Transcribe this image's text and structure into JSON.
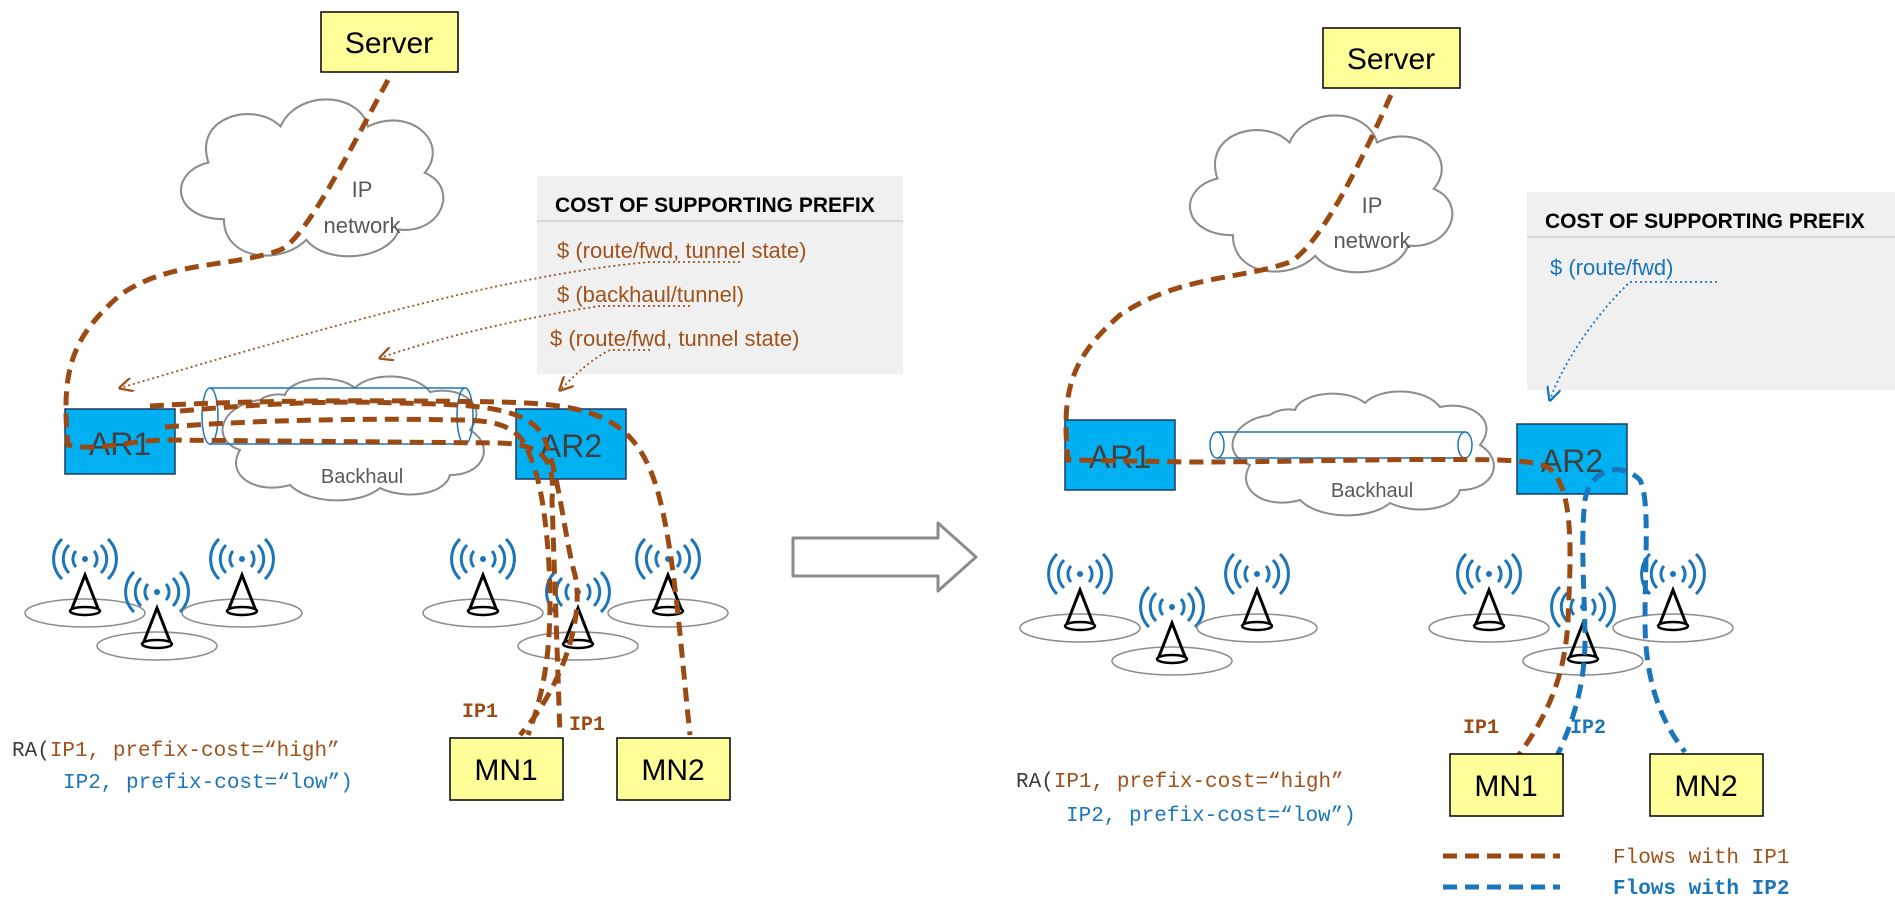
{
  "colors": {
    "ip1": "#9b4a14",
    "ip2": "#1b75bb",
    "node_fill": "#ffff99",
    "router_fill": "#00b0f0",
    "cost_panel": "#f0f0f0",
    "cloud_stroke": "#8c8c8c",
    "ra_black": "#3a3a3a"
  },
  "left": {
    "server": "Server",
    "cloud": {
      "line1": "IP",
      "line2": "network"
    },
    "backhaul": "Backhaul",
    "ar1": "AR1",
    "ar2": "AR2",
    "mn1": "MN1",
    "mn2": "MN2",
    "cost": {
      "title": "COST OF SUPPORTING PREFIX",
      "items": [
        "$ (route/fwd, tunnel state)",
        "$ (backhaul/tunnel)",
        "$ (route/fwd, tunnel state)"
      ]
    },
    "ip_labels": [
      "IP1",
      "IP1"
    ],
    "ra": {
      "prefix": "RA(",
      "line1": "IP1, prefix-cost=“high”",
      "line2": "IP2, prefix-cost=“low”)"
    }
  },
  "right": {
    "server": "Server",
    "cloud": {
      "line1": "IP",
      "line2": "network"
    },
    "backhaul": "Backhaul",
    "ar1": "AR1",
    "ar2": "AR2",
    "mn1": "MN1",
    "mn2": "MN2",
    "cost": {
      "title": "COST OF SUPPORTING PREFIX",
      "items": [
        "$ (route/fwd)"
      ]
    },
    "ip_labels": [
      "IP1",
      "IP2"
    ],
    "ra": {
      "prefix": "RA(",
      "line1": "IP1, prefix-cost=“high”",
      "line2": "IP2, prefix-cost=“low”)"
    }
  },
  "legend": {
    "ip1": "Flows with IP1",
    "ip2": "Flows with IP2"
  },
  "icons": {
    "antenna": "wireless-tower-icon",
    "arrow": "right-arrow-icon"
  }
}
